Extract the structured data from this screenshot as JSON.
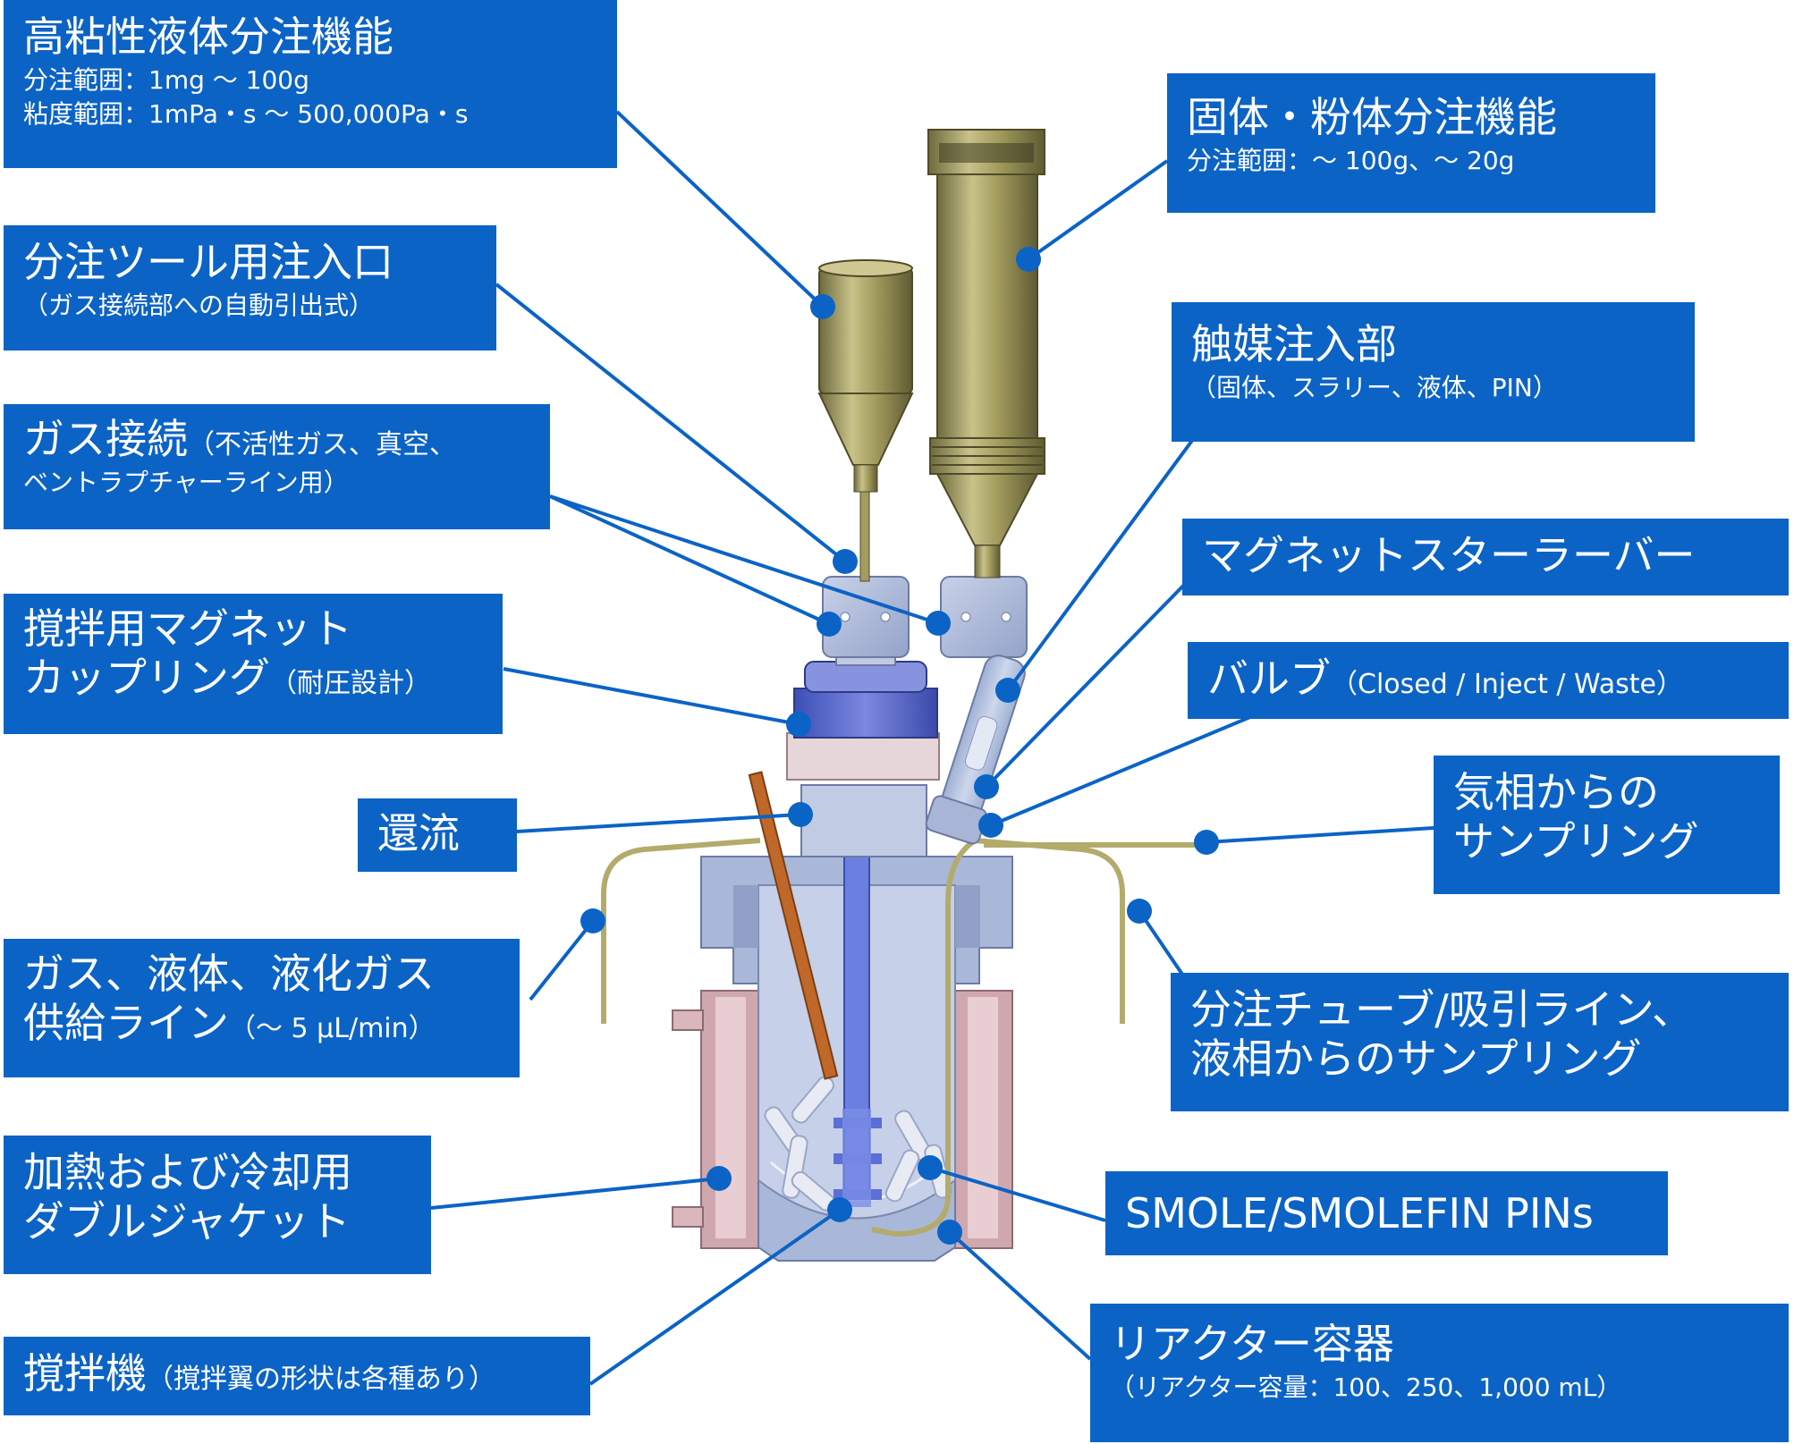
{
  "labels": {
    "viscous": {
      "title": "高粘性液体分注機能",
      "line1": "分注範囲：1mg ～ 100g",
      "line2": "粘度範囲：1mPa・s ～ 500,000Pa・s"
    },
    "solid": {
      "title": "固体・粉体分注機能",
      "line1": "分注範囲：～ 100g、～ 20g"
    },
    "tool_inlet": {
      "title": "分注ツール用注入口",
      "line1": "（ガス接続部への自動引出式）"
    },
    "catalyst": {
      "title": "触媒注入部",
      "line1": "（固体、スラリー、液体、PIN）"
    },
    "gas_conn": {
      "title": "ガス接続",
      "title_note": "（不活性ガス、真空、",
      "line2": "ベントラプチャーライン用）"
    },
    "stir_bar": {
      "title": "マグネットスターラーバー"
    },
    "coupling": {
      "line1": "撹拌用マグネット",
      "line2": "カップリング",
      "line2_note": "（耐圧設計）"
    },
    "valve": {
      "title": "バルブ",
      "title_note": "（Closed / Inject / Waste）"
    },
    "reflux": {
      "title": "還流"
    },
    "gas_sampling": {
      "line1": "気相からの",
      "line2": "サンプリング"
    },
    "supply": {
      "line1": "ガス、液体、液化ガス",
      "line2": "供給ライン",
      "line2_note": "（～ 5 μL/min）"
    },
    "dispense_tube": {
      "line1": "分注チューブ/吸引ライン、",
      "line2": "液相からのサンプリング"
    },
    "jacket": {
      "line1": "加熱および冷却用",
      "line2": "ダブルジャケット"
    },
    "pins": {
      "title": "SMOLE/SMOLEFIN PINs"
    },
    "stirrer": {
      "title": "撹拌機",
      "title_note": "（撹拌翼の形状は各種あり）"
    },
    "vessel": {
      "title": "リアクター容器",
      "line1": "（リアクター容量：100、250、1,000 mL）"
    }
  },
  "colors": {
    "label_bg": "#0b63c6",
    "label_text": "#ffffff",
    "brass": "#a39c5e",
    "vessel": "#b9c6e0",
    "jacket": "#d9b7bd",
    "coupling": "#4b5fc8"
  }
}
